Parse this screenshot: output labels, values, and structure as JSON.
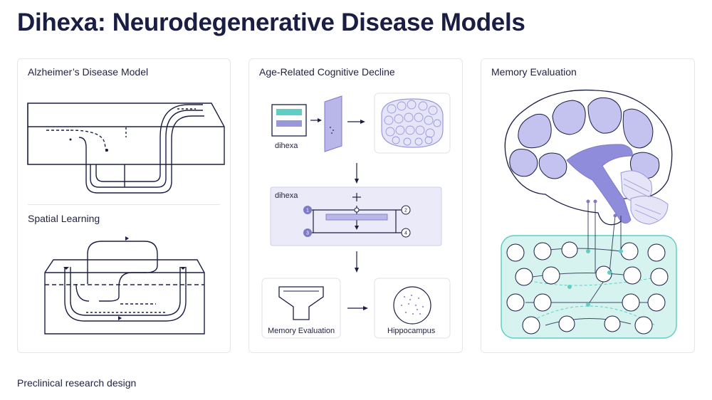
{
  "header": {
    "title": "Dihexa: Neurodegenerative Disease Models"
  },
  "panels": {
    "alzheimers": {
      "title": "Alzheimer’s Disease Model"
    },
    "spatial": {
      "title": "Spatial Learning"
    },
    "cognitive": {
      "title": "Age-Related Cognitive Decline",
      "vial_label": "dihexa",
      "device_label": "dihexa",
      "nodes": [
        "1",
        "2",
        "3",
        "4"
      ],
      "memory_label": "Memory Evaluation",
      "hippocampus_label": "Hippocampus"
    },
    "memory": {
      "title": "Memory Evaluation"
    }
  },
  "footer": {
    "caption": "Preclinical research design"
  },
  "colors": {
    "accent": "#9a98dc",
    "accent_dark": "#7d7bc9",
    "teal": "#5fcfc4",
    "teal_bg": "#d6f3f0",
    "ink": "#1b1e44"
  }
}
